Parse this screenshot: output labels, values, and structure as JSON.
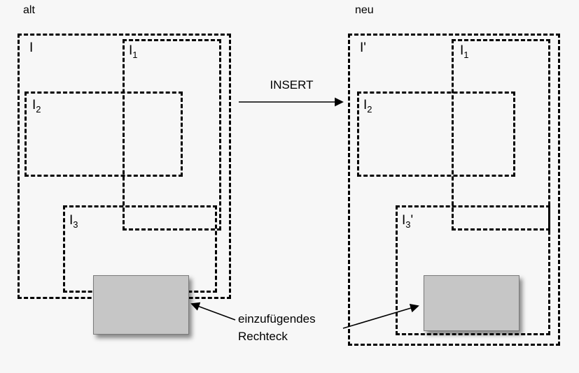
{
  "panels": [
    {
      "title": "alt",
      "labels": {
        "outer": {
          "base": "I",
          "sub": "",
          "prime": ""
        },
        "r1": {
          "base": "I",
          "sub": "1",
          "prime": ""
        },
        "r2": {
          "base": "I",
          "sub": "2",
          "prime": ""
        },
        "r3": {
          "base": "I",
          "sub": "3",
          "prime": ""
        }
      }
    },
    {
      "title": "neu",
      "labels": {
        "outer": {
          "base": "I",
          "sub": "",
          "prime": "'"
        },
        "r1": {
          "base": "I",
          "sub": "1",
          "prime": ""
        },
        "r2": {
          "base": "I",
          "sub": "2",
          "prime": ""
        },
        "r3": {
          "base": "I",
          "sub": "3",
          "prime": "'"
        }
      }
    }
  ],
  "insert": {
    "label": "INSERT"
  },
  "annotation": {
    "line1": "einzufügendes",
    "line2": "Rechteck"
  },
  "colors": {
    "background": "#f7f7f7",
    "rect_fill": "#c6c6c6",
    "rect_border": "#7a7a7a",
    "line": "#000000"
  }
}
